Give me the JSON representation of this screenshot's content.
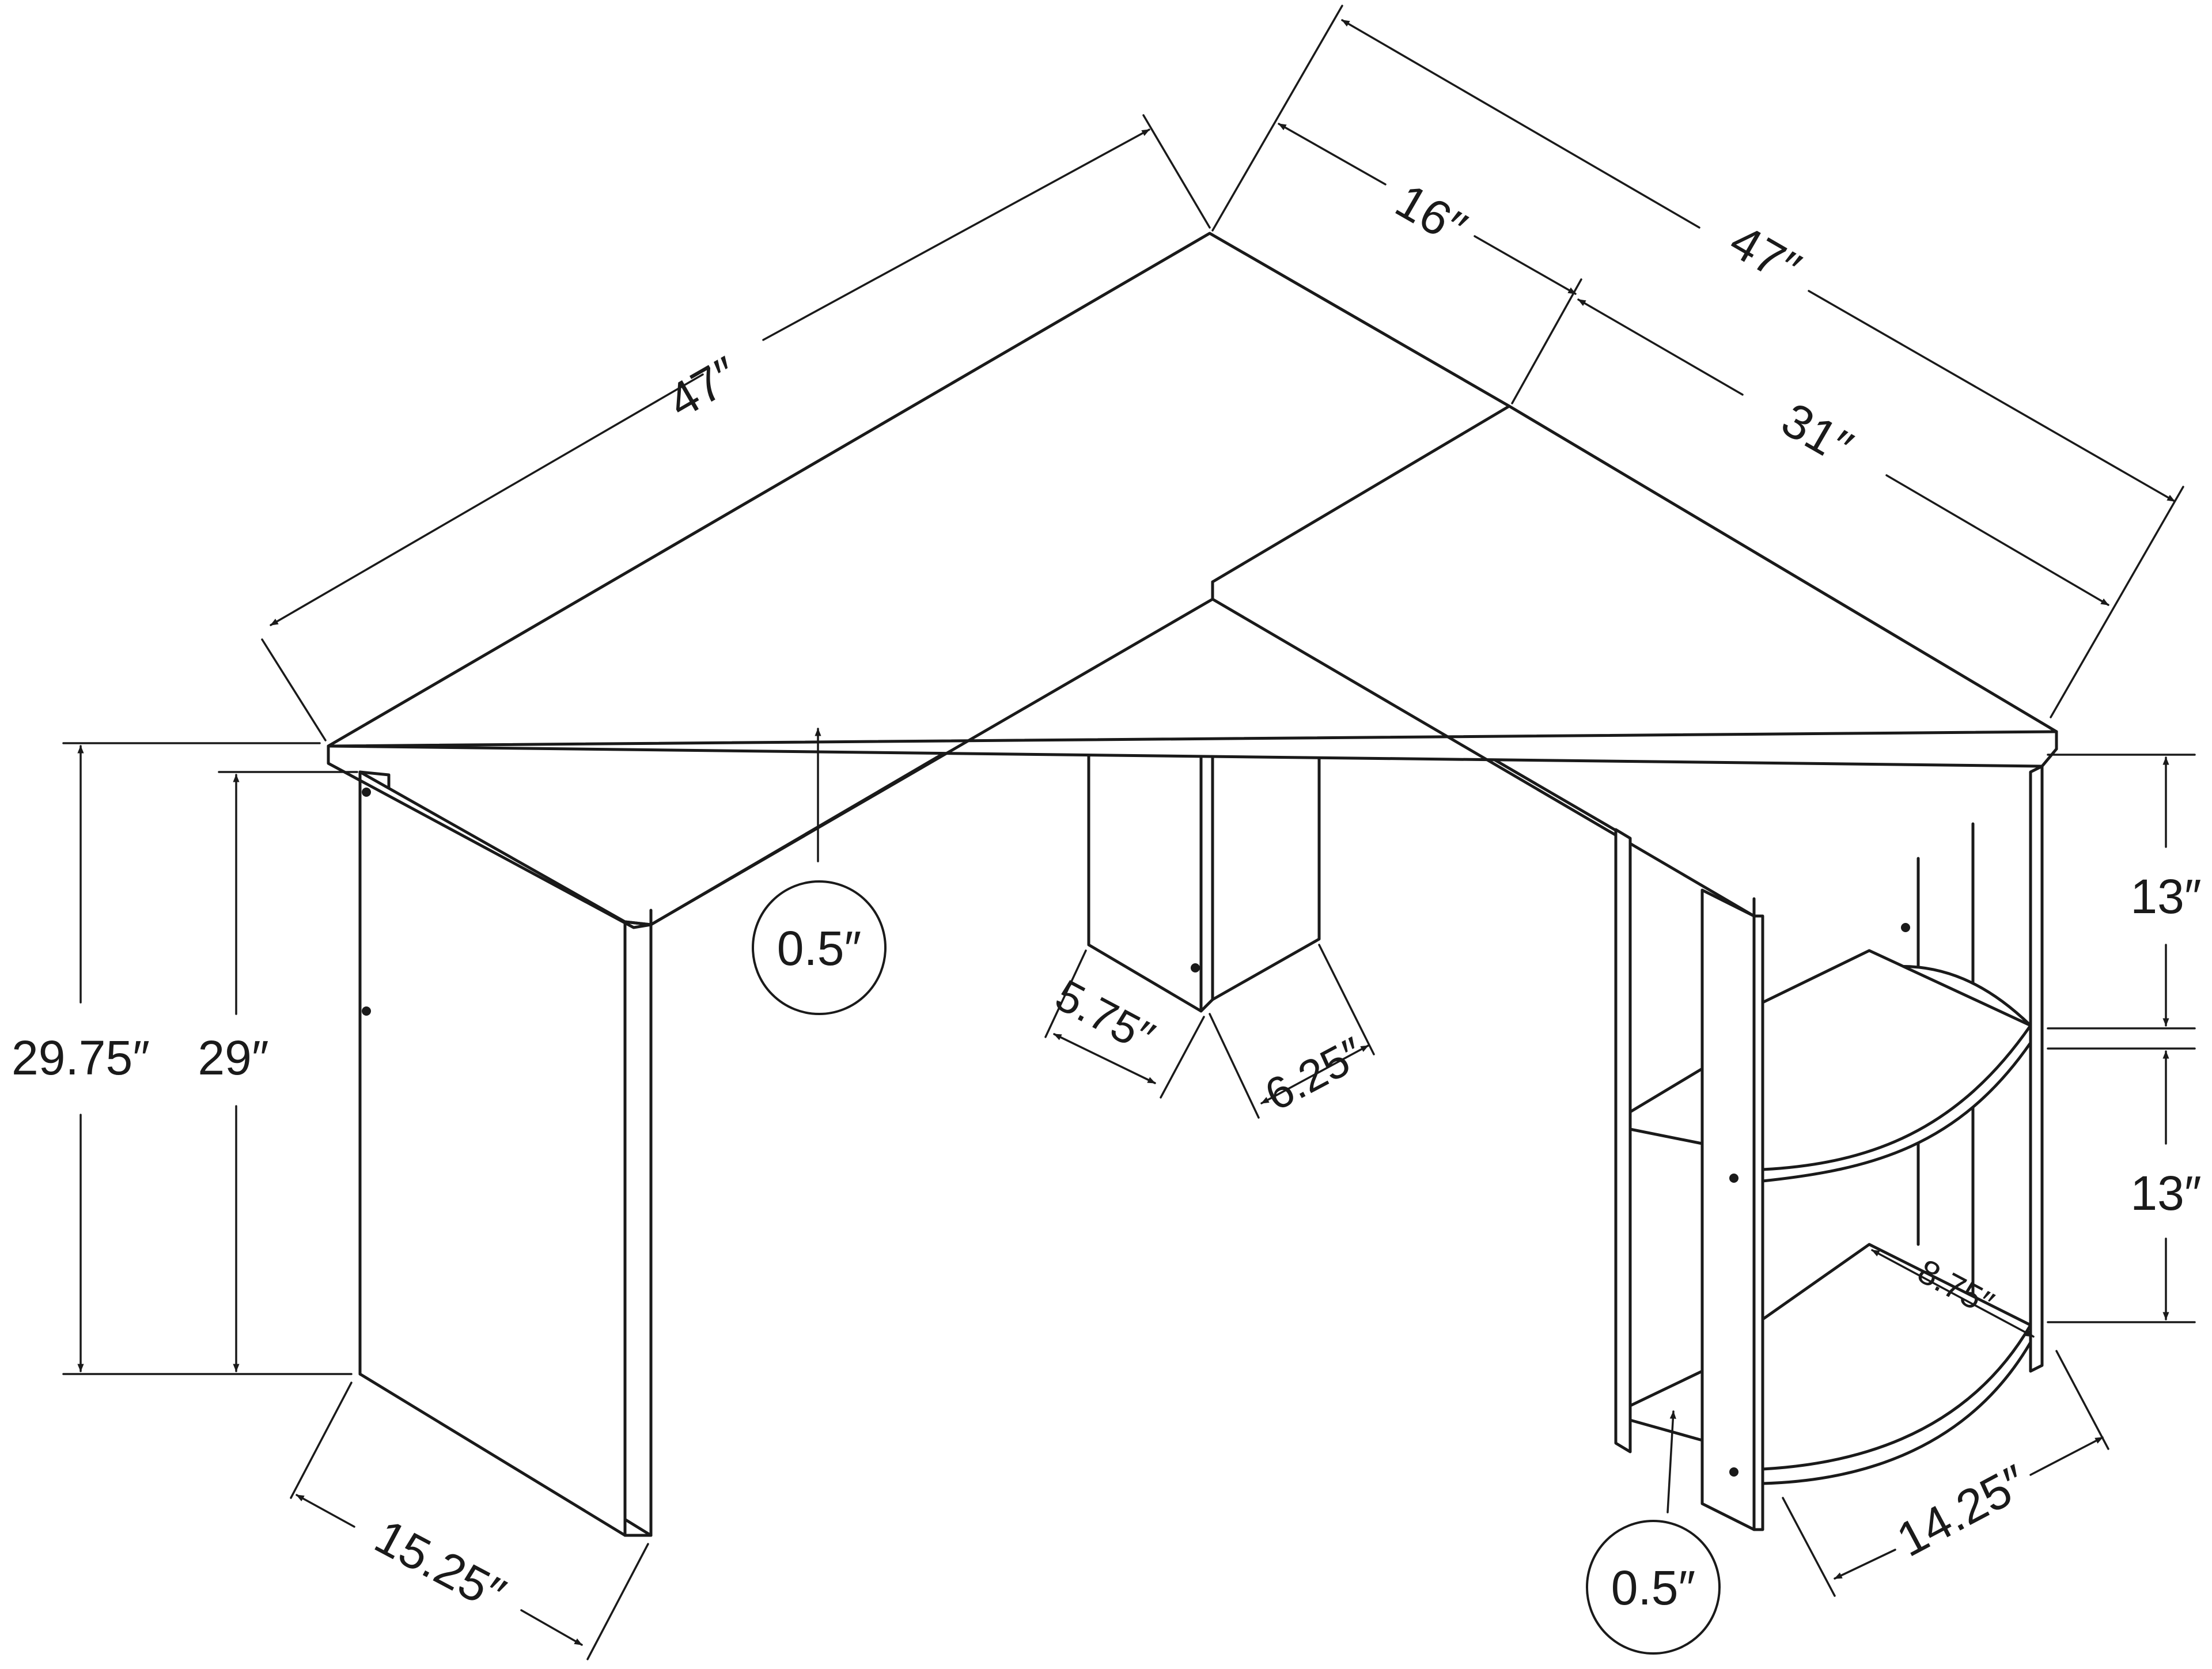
{
  "dimensions": {
    "left_width": "47″",
    "right_width": "47″",
    "right_depth": "16″",
    "right_return": "31″",
    "total_height": "29.75″",
    "leg_height": "29″",
    "left_leg_depth": "15.25″",
    "panel_depth_a": "5.75″",
    "panel_depth_b": "6.25″",
    "shelf_spacing_top": "13″",
    "shelf_spacing_bottom": "13″",
    "shelf_depth": "8.75″",
    "shelf_width": "14.25″",
    "panel_thickness_left": "0.5″",
    "panel_thickness_right": "0.5″"
  }
}
